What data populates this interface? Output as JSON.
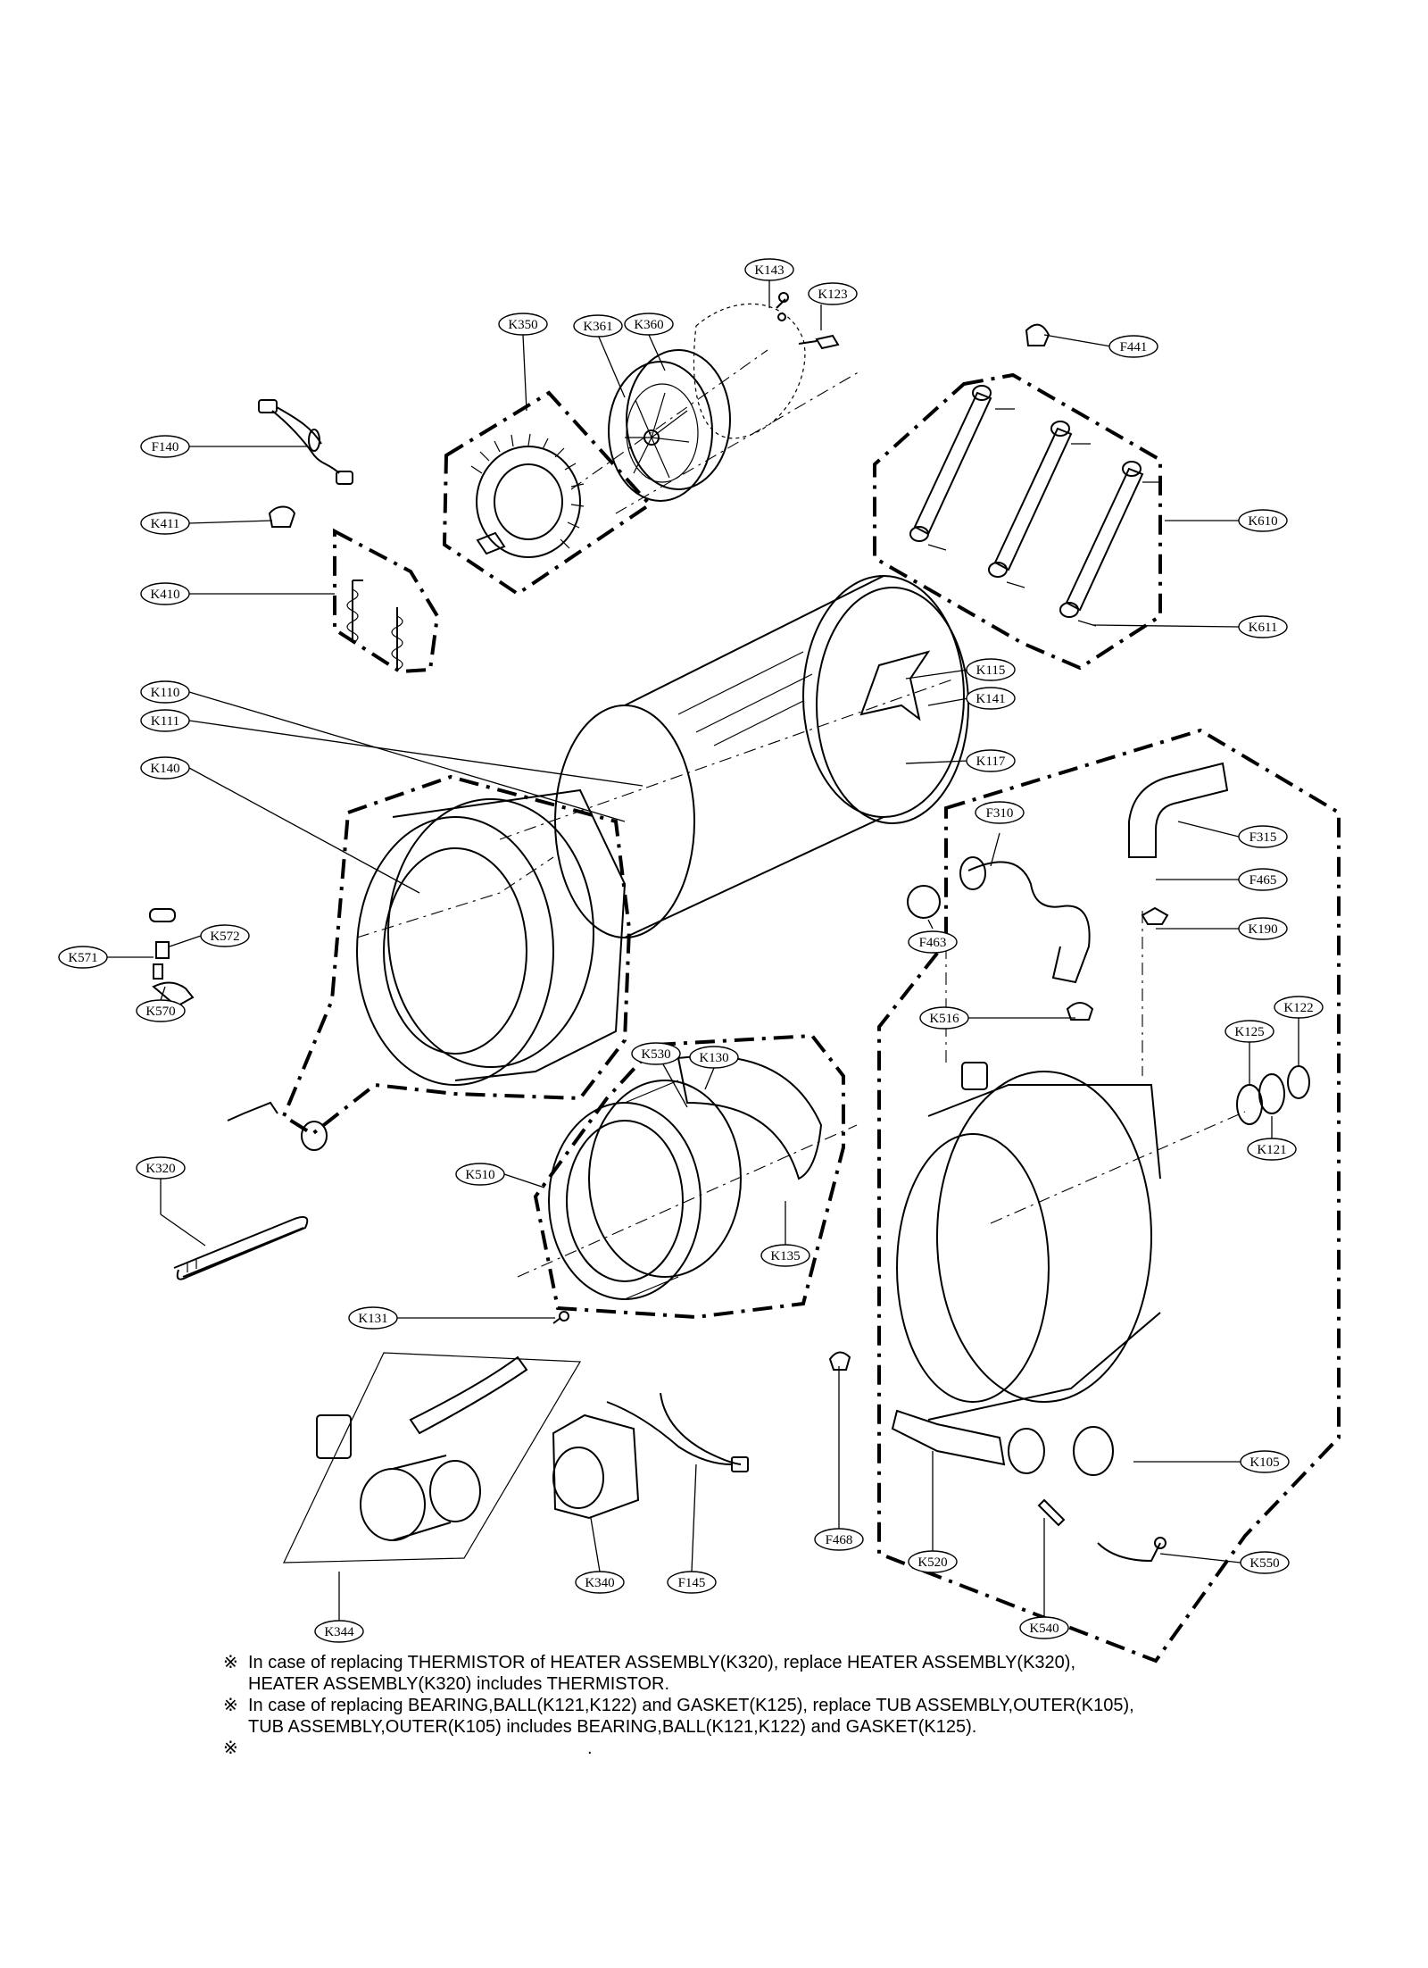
{
  "labels": [
    {
      "id": "K143",
      "text": "K143"
    },
    {
      "id": "K123",
      "text": "K123"
    },
    {
      "id": "K350",
      "text": "K350"
    },
    {
      "id": "K361",
      "text": "K361"
    },
    {
      "id": "K360",
      "text": "K360"
    },
    {
      "id": "F441",
      "text": "F441"
    },
    {
      "id": "F140",
      "text": "F140"
    },
    {
      "id": "K411",
      "text": "K411"
    },
    {
      "id": "K610",
      "text": "K610"
    },
    {
      "id": "K410",
      "text": "K410"
    },
    {
      "id": "K611",
      "text": "K611"
    },
    {
      "id": "K115",
      "text": "K115"
    },
    {
      "id": "K110",
      "text": "K110"
    },
    {
      "id": "K141",
      "text": "K141"
    },
    {
      "id": "K111",
      "text": "K111"
    },
    {
      "id": "K117",
      "text": "K117"
    },
    {
      "id": "K140",
      "text": "K140"
    },
    {
      "id": "F310",
      "text": "F310"
    },
    {
      "id": "F315",
      "text": "F315"
    },
    {
      "id": "F465",
      "text": "F465"
    },
    {
      "id": "K572",
      "text": "K572"
    },
    {
      "id": "K190",
      "text": "K190"
    },
    {
      "id": "K571",
      "text": "K571"
    },
    {
      "id": "F463",
      "text": "F463"
    },
    {
      "id": "K570",
      "text": "K570"
    },
    {
      "id": "K516",
      "text": "K516"
    },
    {
      "id": "K130",
      "text": "K130"
    },
    {
      "id": "K122",
      "text": "K122"
    },
    {
      "id": "K125",
      "text": "K125"
    },
    {
      "id": "K530",
      "text": "K530"
    },
    {
      "id": "K121",
      "text": "K121"
    },
    {
      "id": "K320",
      "text": "K320"
    },
    {
      "id": "K510",
      "text": "K510"
    },
    {
      "id": "K135",
      "text": "K135"
    },
    {
      "id": "K131",
      "text": "K131"
    },
    {
      "id": "K105",
      "text": "K105"
    },
    {
      "id": "F468",
      "text": "F468"
    },
    {
      "id": "K520",
      "text": "K520"
    },
    {
      "id": "K550",
      "text": "K550"
    },
    {
      "id": "K340",
      "text": "K340"
    },
    {
      "id": "F145",
      "text": "F145"
    },
    {
      "id": "K540",
      "text": "K540"
    },
    {
      "id": "K344",
      "text": "K344"
    }
  ],
  "notes": {
    "mark": "※",
    "note1_line1": "In case of replacing THERMISTOR of HEATER ASSEMBLY(K320), replace HEATER ASSEMBLY(K320),",
    "note1_line2": "HEATER ASSEMBLY(K320) includes THERMISTOR.",
    "note2_line1": "In case of replacing BEARING,BALL(K121,K122) and GASKET(K125), replace TUB ASSEMBLY,OUTER(K105),",
    "note2_line2": "TUB ASSEMBLY,OUTER(K105) includes BEARING,BALL(K121,K122) and GASKET(K125).",
    "note3_line1": "."
  }
}
